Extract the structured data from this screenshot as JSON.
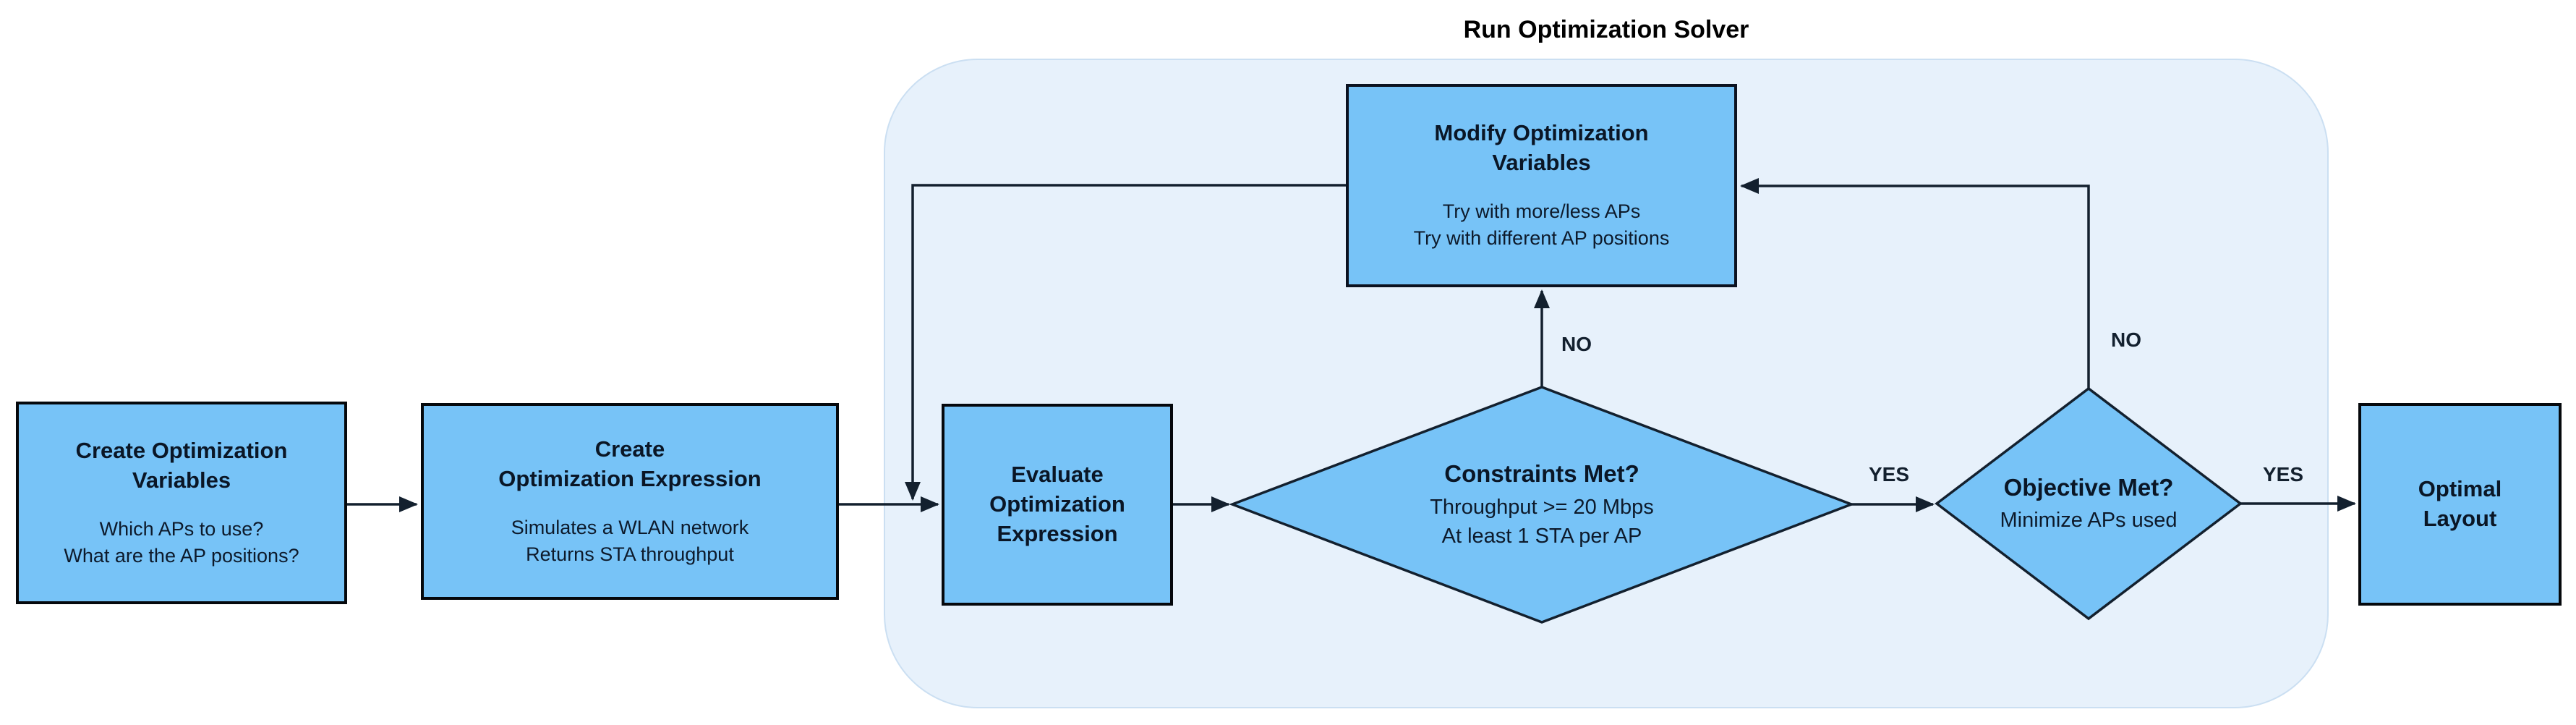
{
  "title": "Run Optimization Solver",
  "colors": {
    "node_fill": "#77c3f7",
    "node_border": "#05080c",
    "container_fill": "#e7f1fb",
    "container_border": "#cbdff2",
    "edge_line": "#13202e",
    "text": "#0a1626"
  },
  "nodes": {
    "create_variables": {
      "title_lines": [
        "Create Optimization",
        "Variables"
      ],
      "body_lines": [
        "Which APs to use?",
        "What are the AP positions?"
      ]
    },
    "create_expression": {
      "title_lines": [
        "Create",
        "Optimization Expression"
      ],
      "body_lines": [
        "Simulates a WLAN network",
        "Returns STA throughput"
      ]
    },
    "evaluate_expression": {
      "title_lines": [
        "Evaluate",
        "Optimization",
        "Expression"
      ]
    },
    "modify_variables": {
      "title_lines": [
        "Modify Optimization",
        "Variables"
      ],
      "body_lines": [
        "Try with more/less APs",
        "Try with different AP positions"
      ]
    },
    "constraints_met": {
      "title": "Constraints Met?",
      "body_lines": [
        "Throughput >= 20 Mbps",
        "At least 1 STA per AP"
      ]
    },
    "objective_met": {
      "title": "Objective Met?",
      "body_lines": [
        "Minimize APs used"
      ]
    },
    "optimal_layout": {
      "title_lines": [
        "Optimal",
        "Layout"
      ]
    }
  },
  "edge_labels": {
    "constraints_no": "NO",
    "constraints_yes": "YES",
    "objective_no": "NO",
    "objective_yes": "YES"
  }
}
